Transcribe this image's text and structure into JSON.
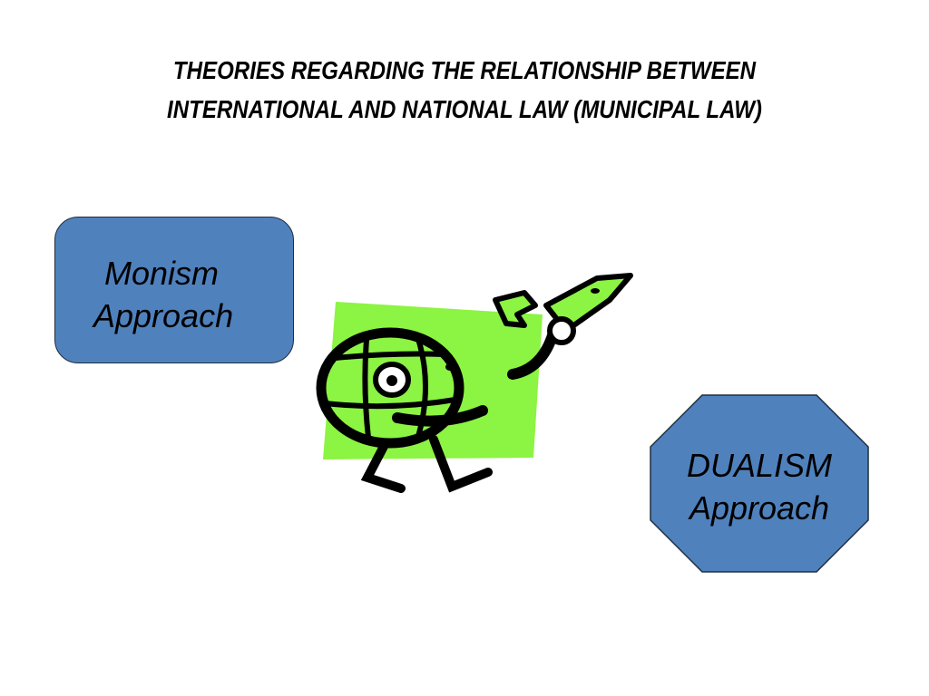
{
  "slide": {
    "title_line1": "THEORIES REGARDING THE RELATIONSHIP BETWEEN",
    "title_line2": "INTERNATIONAL AND NATIONAL LAW (MUNICIPAL LAW)"
  },
  "monism": {
    "line1": "Monism",
    "line2": "Approach",
    "fill": "#4f81bd"
  },
  "dualism": {
    "line1": "DUALISM",
    "line2": "Approach",
    "fill": "#4f81bd"
  },
  "clipart": {
    "icon": "globe-rocket-character-icon",
    "accent": "#8cf442"
  }
}
